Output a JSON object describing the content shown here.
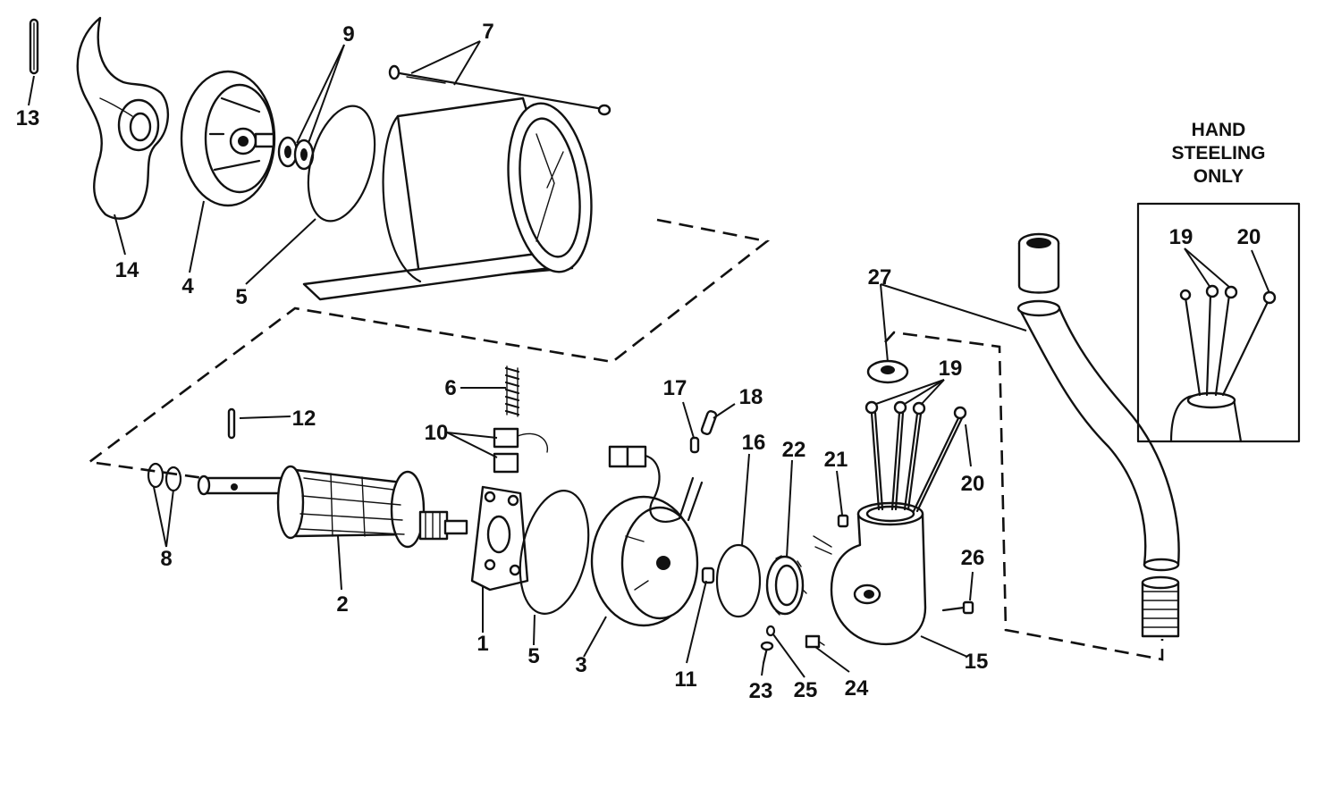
{
  "note": {
    "line1": "HAND",
    "line2": "STEELING",
    "line3": "ONLY"
  },
  "labels": {
    "l1": "1",
    "l2": "2",
    "l3": "3",
    "l4": "4",
    "l5a": "5",
    "l5b": "5",
    "l6": "6",
    "l7": "7",
    "l8": "8",
    "l9": "9",
    "l10": "10",
    "l11": "11",
    "l12": "12",
    "l13": "13",
    "l14": "14",
    "l15": "15",
    "l16": "16",
    "l17": "17",
    "l18": "18",
    "l19a": "19",
    "l19b": "19",
    "l20a": "20",
    "l20b": "20",
    "l21": "21",
    "l22": "22",
    "l23": "23",
    "l24": "24",
    "l25": "25",
    "l26": "26",
    "l27": "27"
  }
}
